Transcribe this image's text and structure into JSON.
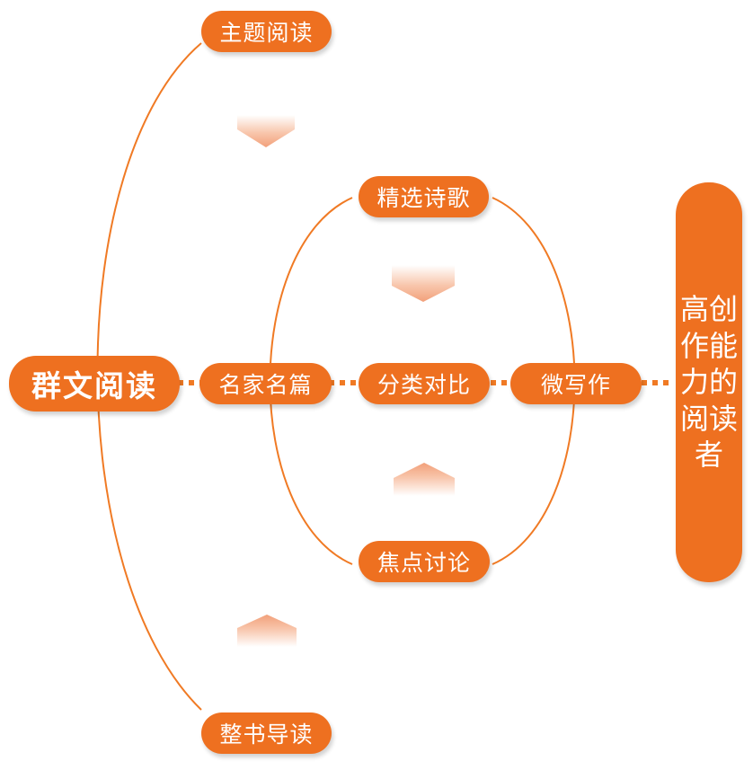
{
  "colors": {
    "node_fill": "#ee7020",
    "line": "#f07a24",
    "arrow_top": "#ffffff",
    "arrow_bottom": "#f3a27a"
  },
  "nodes": {
    "main": "群文阅读",
    "theme_reading": "主题阅读",
    "selected_poems": "精选诗歌",
    "famous_works": "名家名篇",
    "compare": "分类对比",
    "micro_writing": "微写作",
    "focus_discussion": "焦点讨论",
    "whole_book": "整书导读",
    "goal": "高创作能力的阅读者"
  },
  "arrows": {
    "top": "arrow-down-icon",
    "middle_top": "arrow-down-icon",
    "middle_bottom": "arrow-up-icon",
    "bottom": "arrow-up-icon"
  }
}
